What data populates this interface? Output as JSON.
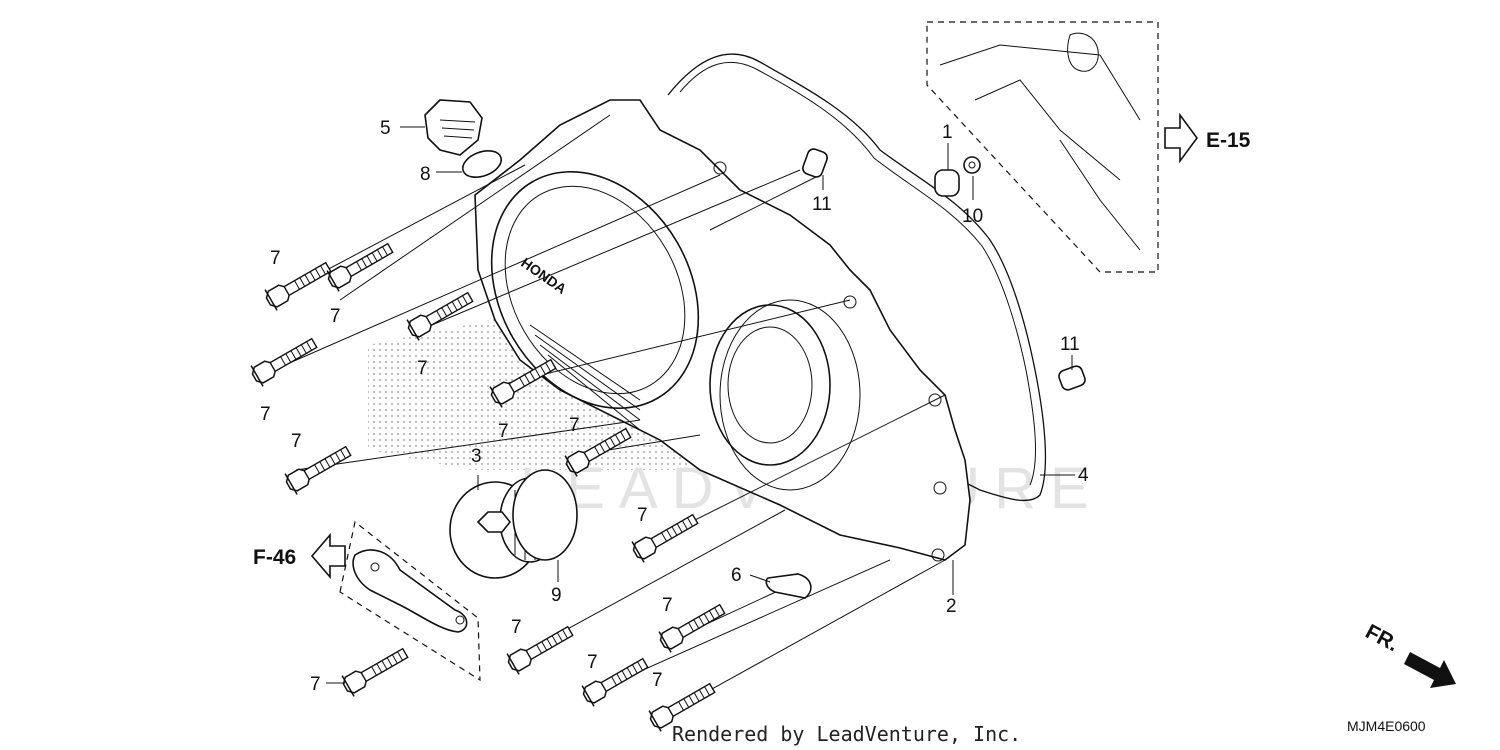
{
  "watermark": {
    "text": "LEADVENTURE"
  },
  "cover": {
    "brand_text": "HONDA"
  },
  "references": {
    "e15": "E-15",
    "f46": "F-46",
    "fr": "FR."
  },
  "callouts": {
    "part1": "1",
    "part2": "2",
    "part3": "3",
    "part4": "4",
    "part5": "5",
    "part6": "6",
    "part8": "8",
    "part9": "9",
    "part10": "10",
    "part11_top": "11",
    "part11_right": "11",
    "bolt7": "7"
  },
  "footer": {
    "credit": "Rendered by LeadVenture, Inc.",
    "diagram_code": "MJM4E0600"
  }
}
